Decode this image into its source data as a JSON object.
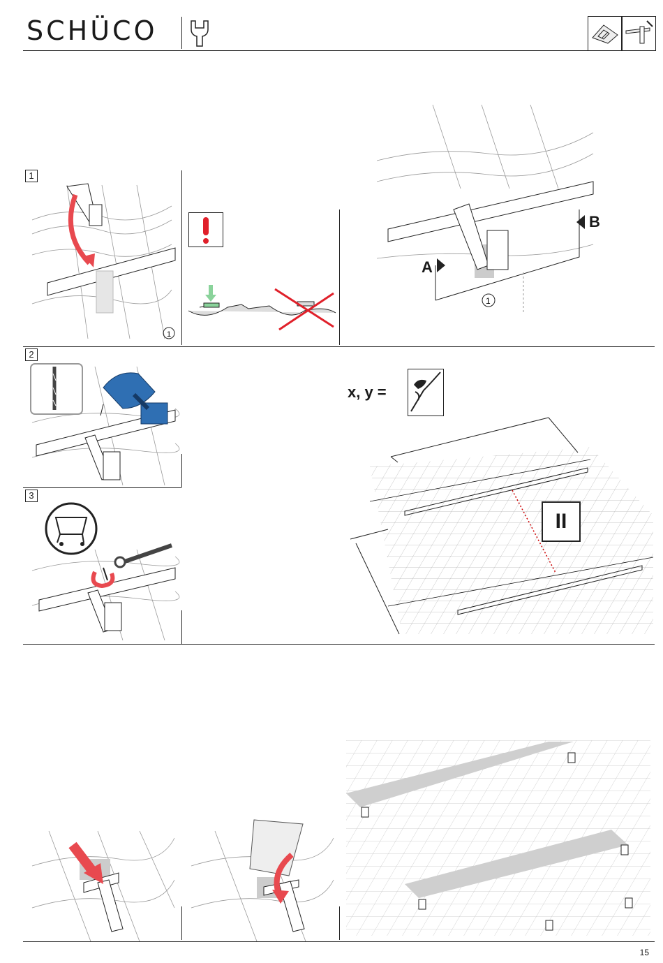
{
  "header": {
    "brand": "SCHÜCO",
    "icons": [
      "wrench-icon",
      "roof-icon",
      "bracket-tool-icon"
    ]
  },
  "steps": {
    "one": "1",
    "two": "2",
    "three": "3"
  },
  "section_a": {
    "label_a": "A",
    "label_b": "B",
    "circle_label": "①",
    "circle_label_step1": "①"
  },
  "section_b": {
    "xy_label": "x, y =",
    "badge": "II"
  },
  "footer": {
    "page_number": "15"
  },
  "colors": {
    "accent_red": "#e8494f",
    "drill_blue": "#2f6fb3",
    "warning_red": "#e0202a",
    "highlight_green": "#8ad39b",
    "panel_grey": "#cfcfcf"
  }
}
